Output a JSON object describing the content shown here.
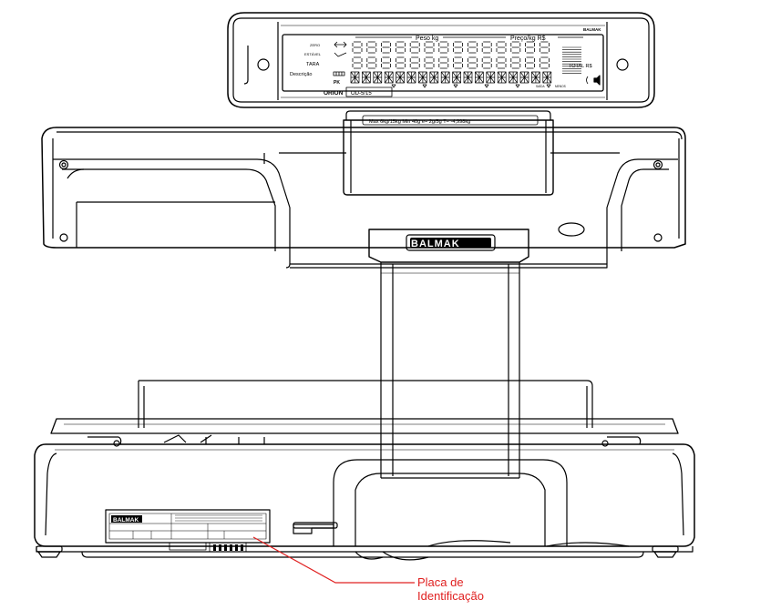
{
  "display": {
    "brand_small": "BALMAK",
    "weight_header": "Peso kg",
    "price_header": "Preço/kg R$",
    "zero_label": "ZERO",
    "stable_label": "ESTÁVEL",
    "tare_label": "TARA",
    "description_label": "Descrição",
    "total_label": "TOTAL R$",
    "model_label": "ORION",
    "model_code": "OD-5/15",
    "indicator_left": "SAÍDA",
    "indicator_right": "MENOS"
  },
  "capacity_plate": "Max 6kg/15kg   Min 40g   e= 2g/5g   T= -4,998kg",
  "brand_logo": "BALMAK",
  "id_plate": {
    "brand": "BALMAK"
  },
  "callout": {
    "line1": "Placa de",
    "line2": "Identificação",
    "color": "#e02020"
  }
}
